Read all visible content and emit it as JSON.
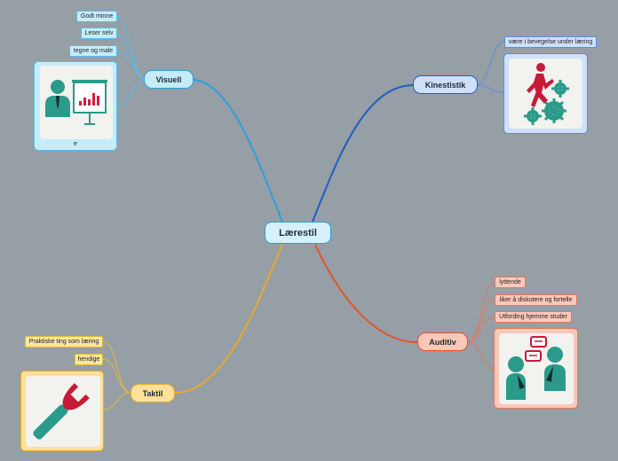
{
  "central": {
    "label": "Lærestil"
  },
  "branches": {
    "visuell": {
      "label": "Visuell",
      "color": "#2d9fd8",
      "items": [
        "Godt minne",
        "Leser selv",
        "tegne og male"
      ],
      "image_caption": "e",
      "icon": "presenter-chart-icon"
    },
    "kinestistik": {
      "label": "Kinestistik",
      "color": "#1f5fc2",
      "items": [
        "være i bevegelse under læring"
      ],
      "icon": "runner-gears-icon"
    },
    "auditiv": {
      "label": "Auditiv",
      "color": "#e2542b",
      "items": [
        "lyttende",
        "liker å diskutere og fortelle",
        "Utfording hjemme studer"
      ],
      "icon": "conversation-icon"
    },
    "taktil": {
      "label": "Taktil",
      "color": "#e8a92c",
      "items": [
        "Praktiske ting som læring",
        "hendige"
      ],
      "icon": "wrench-icon"
    }
  }
}
